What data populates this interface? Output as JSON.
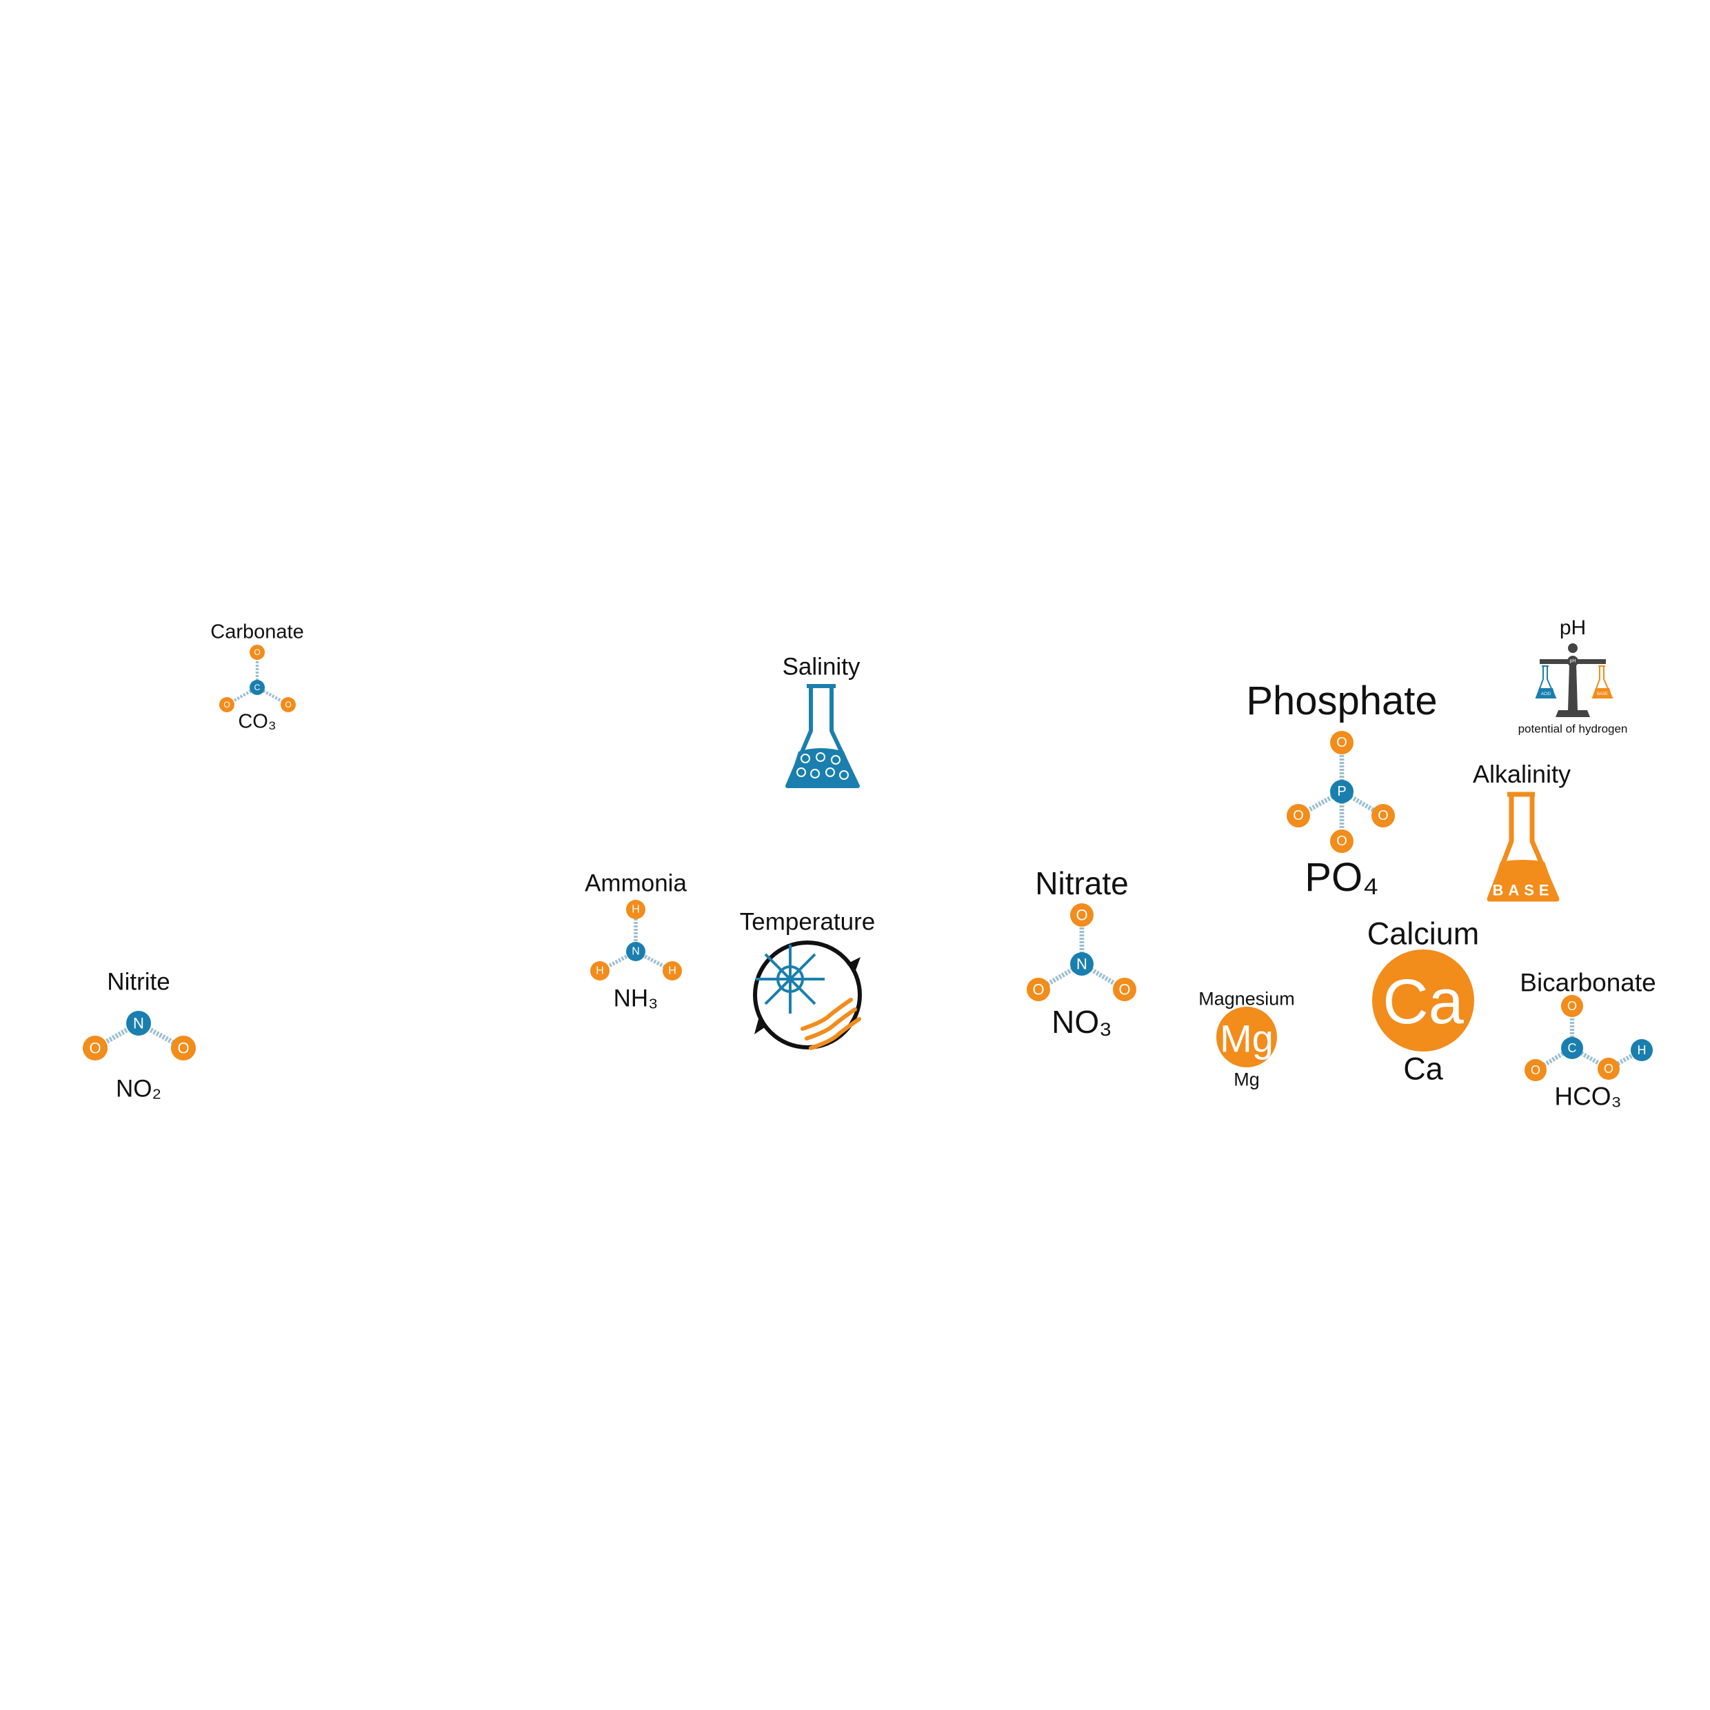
{
  "colors": {
    "orange": "#F28C1B",
    "blue": "#1A7FAE",
    "dark": "#444444",
    "text": "#111111"
  },
  "items": {
    "carbonate": {
      "label": "Carbonate",
      "formula": "CO₃",
      "atoms": [
        "C",
        "O",
        "O",
        "O"
      ]
    },
    "salinity": {
      "label": "Salinity",
      "icon": "flask-icon"
    },
    "phosphate": {
      "label": "Phosphate",
      "formula": "PO₄",
      "atoms": [
        "P",
        "O",
        "O",
        "O",
        "O"
      ]
    },
    "ph": {
      "label": "pH",
      "subtitle": "potential of hydrogen",
      "icon": "balance-scale-icon",
      "left_flask": "ACID",
      "right_flask": "BASE",
      "center": "pH"
    },
    "alkalinity": {
      "label": "Alkalinity",
      "flask_text": "BASE"
    },
    "ammonia": {
      "label": "Ammonia",
      "formula": "NH₃",
      "atoms": [
        "N",
        "H",
        "H",
        "H"
      ]
    },
    "temperature": {
      "label": "Temperature",
      "icon": "temperature-cycle-icon"
    },
    "nitrite": {
      "label": "Nitrite",
      "formula": "NO₂",
      "atoms": [
        "N",
        "O",
        "O"
      ]
    },
    "nitrate": {
      "label": "Nitrate",
      "formula": "NO₃",
      "atoms": [
        "N",
        "O",
        "O",
        "O"
      ]
    },
    "magnesium": {
      "label": "Magnesium",
      "symbol": "Mg",
      "formula": "Mg"
    },
    "calcium": {
      "label": "Calcium",
      "symbol": "Ca",
      "formula": "Ca"
    },
    "bicarbonate": {
      "label": "Bicarbonate",
      "formula": "HCO₃",
      "atoms": [
        "C",
        "O",
        "O",
        "O",
        "H"
      ]
    }
  }
}
